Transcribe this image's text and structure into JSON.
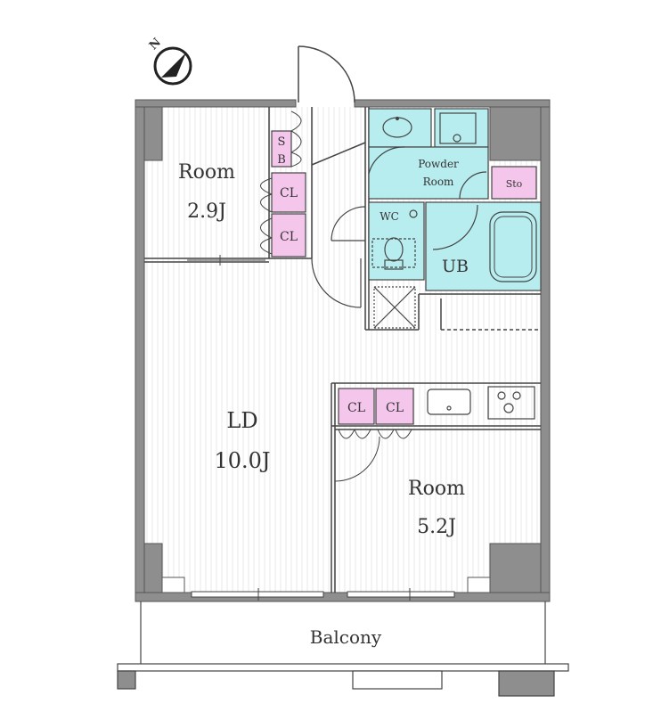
{
  "colors": {
    "wall": "#8e8e8e",
    "wall_stroke": "#555555",
    "line": "#444444",
    "closet": "#f5c6ec",
    "wet": "#b8edf0",
    "floor_stripe": "#e6e6e6"
  },
  "compass": {
    "letter": "N",
    "icon": "north-arrow-icon"
  },
  "rooms": {
    "room_small": {
      "name": "Room",
      "size": "2.9J"
    },
    "ld": {
      "name": "LD",
      "size": "10.0J"
    },
    "room_large": {
      "name": "Room",
      "size": "5.2J"
    },
    "powder_room": {
      "line1": "Powder",
      "line2": "Room"
    },
    "wc": "WC",
    "ub": "UB",
    "sto": "Sto",
    "balcony": "Balcony"
  },
  "storage": {
    "sb_top": "S",
    "sb_bottom": "B",
    "cl": "CL"
  },
  "fixtures": {
    "sink_icon": "sink-icon",
    "stove_icon": "stove-icon",
    "toilet_icon": "toilet-icon",
    "bathtub_icon": "bathtub-icon",
    "washbasin_icon": "washbasin-icon"
  }
}
